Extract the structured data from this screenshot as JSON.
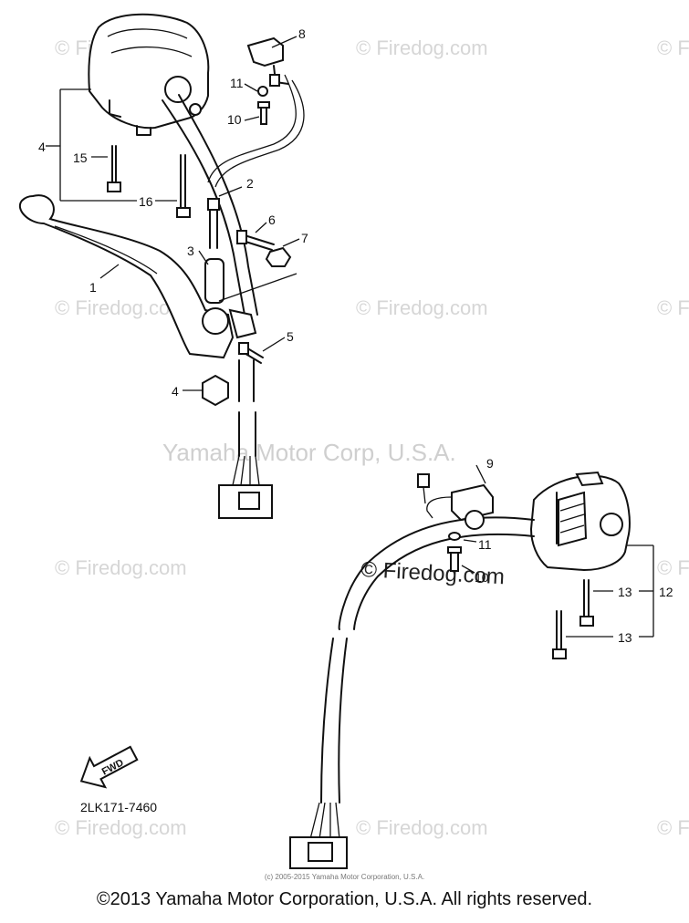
{
  "watermarks": {
    "firedog": "© Firedog.com",
    "firedog_center": "© Firedog.com",
    "yamaha": "Yamaha Motor Corp, U.S.A."
  },
  "callouts": {
    "c1": "1",
    "c2": "2",
    "c3": "3",
    "c4a": "4",
    "c4b": "4",
    "c5": "5",
    "c6": "6",
    "c7": "7",
    "c8": "8",
    "c9": "9",
    "c10a": "10",
    "c10b": "10",
    "c11a": "11",
    "c11b": "11",
    "c12": "12",
    "c13a": "13",
    "c13b": "13",
    "c15": "15",
    "c16": "16"
  },
  "fwd_label": "FWD",
  "diagram_code": "2LK171-7460",
  "small_copyright": "(c) 2005-2015 Yamaha Motor Corporation, U.S.A.",
  "copyright": "©2013 Yamaha Motor Corporation, U.S.A. All rights reserved."
}
